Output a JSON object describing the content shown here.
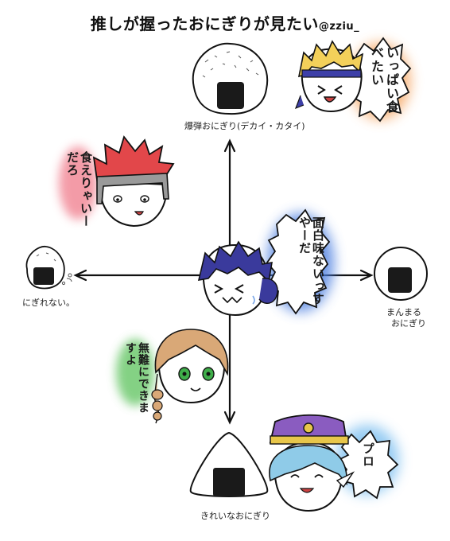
{
  "header": {
    "title": "推しが握ったおにぎりが見たい",
    "handle": "@zziu_"
  },
  "axis": {
    "top_label": "爆弾おにぎり(デカイ・カタイ)",
    "bottom_label": "きれいなおにぎり",
    "left_label": "にぎれない。",
    "right_label_line1": "まんまる",
    "right_label_line2": "おにぎり"
  },
  "bubbles": {
    "top_right": "いっぱい食べたい",
    "top_left": "食えりゃいーだろ",
    "center": "面白味ないっすやーだ",
    "bottom_left": "無難にできますよ",
    "bottom_right": "プロ"
  },
  "colors": {
    "orange_glow": "#f5a15a",
    "red_glow": "#f07a8a",
    "blue_glow": "#4a7de0",
    "green_glow": "#5cc25c",
    "light_blue_glow": "#7ec0f0"
  }
}
